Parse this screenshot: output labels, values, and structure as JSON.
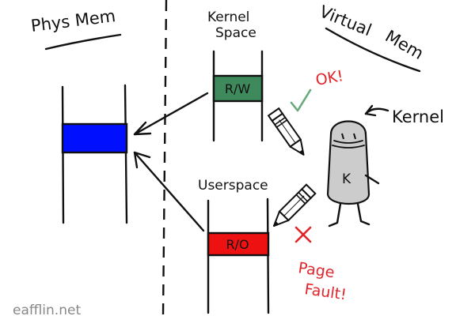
{
  "headings": {
    "phys_mem": "Phys Mem",
    "virtual_mem_line1": "Virtual",
    "virtual_mem_line2": "Mem"
  },
  "kernel_space": {
    "label_line1": "Kernel",
    "label_line2": "Space",
    "box_label": "R/W",
    "box_color": "#3e8a5c"
  },
  "userspace": {
    "label": "Userspace",
    "box_label": "R/O",
    "box_color": "#ee1111"
  },
  "physical": {
    "block_color": "#0010ff"
  },
  "annotations": {
    "ok": "OK!",
    "ok_color": "#e0262b",
    "check_color": "#6aaa7a",
    "cross_color": "#e0262b",
    "kernel_pointer": "Kernel",
    "character_letter": "K",
    "page_fault_line1": "Page",
    "page_fault_line2": "Fault!"
  },
  "footer": {
    "text": "eafflin.net"
  },
  "icons": [
    "check-icon",
    "cross-icon",
    "pencil-icon",
    "stick-figure-icon"
  ]
}
